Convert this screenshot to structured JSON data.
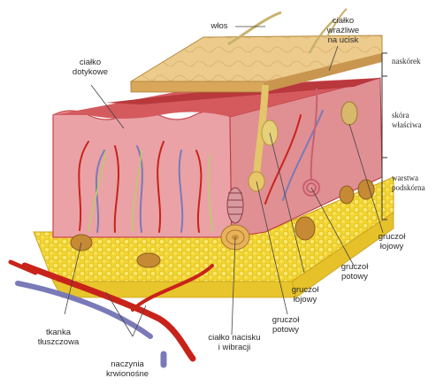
{
  "title": "",
  "labels": {
    "wlos": "włos",
    "cialko_wrazliwe": "ciałko\nwrażliwe\nna ucisk",
    "naskorek": "naskórek",
    "skora_wlasciwa": "skóra\nwłaściwa",
    "warstwa_podskorna": "warstwa\npodskórna",
    "cialko_dotykowe": "ciałko\ndotykowe",
    "gruczol_lojowy_right": "gruczoł\nłojowy",
    "gruczol_potowy_right": "gruczoł\npotowy",
    "gruczol_lojowy_center": "gruczoł\nłojowy",
    "gruczol_potowy_center": "gruczoł\npotowy",
    "tkanka_tluszczowa": "tkanka\ntłuszczowa",
    "cialko_nacisku": "ciałko nacisku\ni wibracji",
    "naczynia_krwionosne": "naczynia\nkrwionośne"
  },
  "colors": {
    "epidermis": "#e8c483",
    "dermis": "#e89aa0",
    "dermis_dark": "#c8454a",
    "fat": "#f5dc3c",
    "fat_lobule": "#c68a35",
    "artery": "#c8231a",
    "vein": "#7a7ab8",
    "nerve": "#b8cc6a",
    "hair": "#c8b26a"
  }
}
